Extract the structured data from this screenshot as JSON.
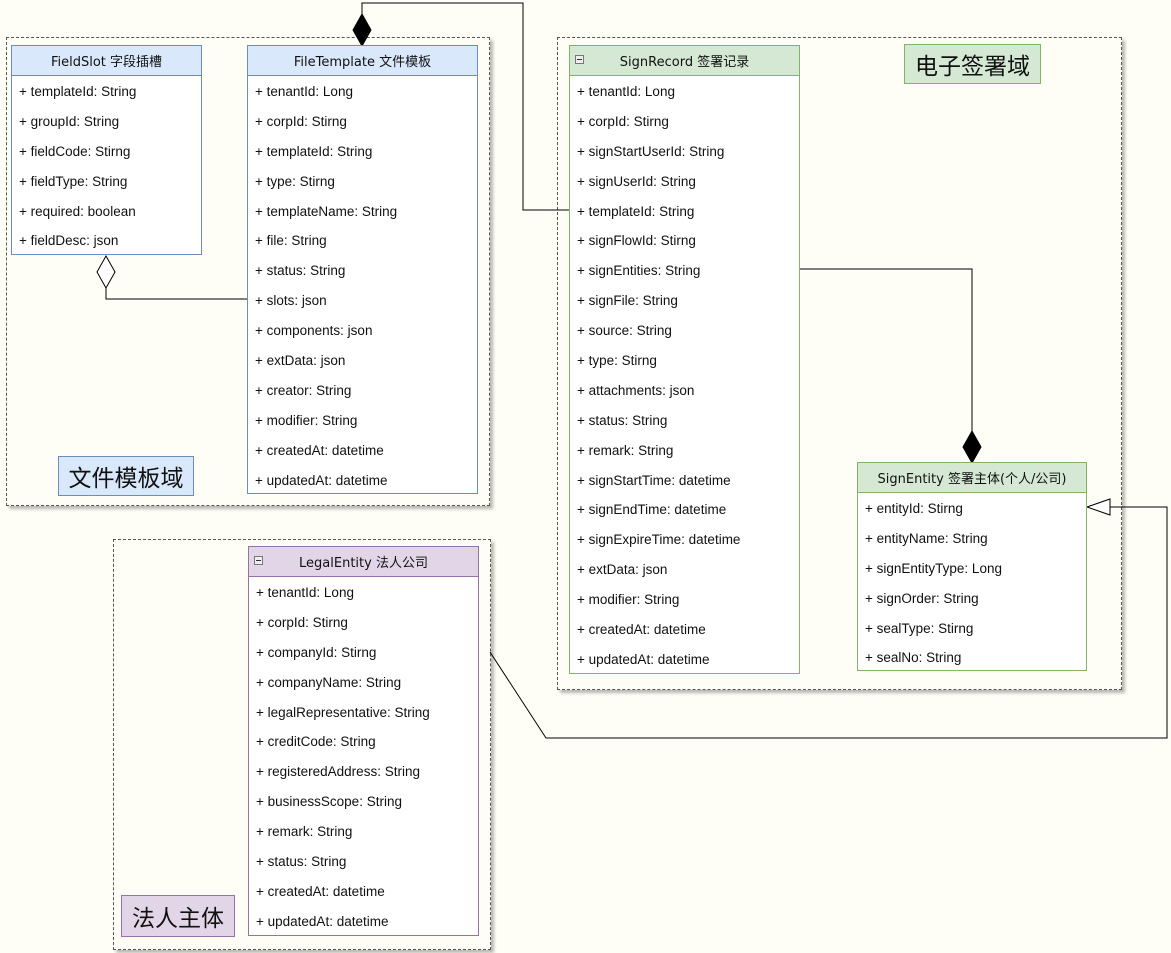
{
  "domains": {
    "template": {
      "label": "文件模板域",
      "label_bg": "#dae8fc",
      "label_border": "#6c8ebf"
    },
    "sign": {
      "label": "电子签署域",
      "label_bg": "#d5e8d4",
      "label_border": "#82b366"
    },
    "legal": {
      "label": "法人主体",
      "label_bg": "#e1d5e7",
      "label_border": "#9673a6"
    }
  },
  "classes": {
    "field_slot": {
      "title": "FieldSlot 字段插槽",
      "attributes": [
        "+ templateId: String",
        "+ groupId: String",
        "+ fieldCode: Stirng",
        "+ fieldType: String",
        "+ required: boolean",
        "+ fieldDesc: json"
      ]
    },
    "file_template": {
      "title": "FileTemplate 文件模板",
      "attributes": [
        "+ tenantId: Long",
        "+ corpId: Stirng",
        "+ templateId: String",
        "+ type: Stirng",
        "+ templateName: String",
        "+ file: String",
        "+ status: String",
        "+ slots: json",
        "+ components: json",
        "+ extData: json",
        "+ creator: String",
        "+ modifier: String",
        "+ createdAt: datetime",
        "+ updatedAt: datetime"
      ]
    },
    "sign_record": {
      "title": "SignRecord 签署记录",
      "attributes": [
        "+ tenantId: Long",
        "+ corpId: Stirng",
        "+ signStartUserId: String",
        "+ signUserId: String",
        "+ templateId: String",
        "+ signFlowId: Stirng",
        "+ signEntities: String",
        "+ signFile: String",
        "+ source: String",
        "+ type: Stirng",
        "+ attachments: json",
        "+ status: String",
        "+ remark: String",
        "+ signStartTime: datetime",
        "+ signEndTime: datetime",
        "+ signExpireTime: datetime",
        "+ extData: json",
        "+ modifier: String",
        "+ createdAt: datetime",
        "+ updatedAt: datetime"
      ]
    },
    "sign_entity": {
      "title": "SignEntity 签署主体(个人/公司)",
      "attributes": [
        "+ entityId: Stirng",
        "+ entityName: String",
        "+ signEntityType: Long",
        "+ signOrder: String",
        "+ sealType: Stirng",
        "+ sealNo: String"
      ]
    },
    "legal_entity": {
      "title": "LegalEntity 法人公司",
      "attributes": [
        "+ tenantId: Long",
        "+ corpId: Stirng",
        "+ companyId: Stirng",
        "+ companyName: String",
        "+ legalRepresentative: String",
        "+ creditCode: String",
        "+ registeredAddress: String",
        "+ businessScope: String",
        "+ remark: String",
        "+ status: String",
        "+ createdAt: datetime",
        "+ updatedAt: datetime"
      ]
    }
  },
  "colors": {
    "blue_fill": "#dae8fc",
    "blue_stroke": "#6c8ebf",
    "green_fill": "#d5e8d4",
    "green_stroke": "#82b366",
    "purple_fill": "#e1d5e7",
    "purple_stroke": "#9673a6",
    "edge": "#000000"
  },
  "relations": [
    {
      "type": "aggregation",
      "from": "file_template",
      "to": "field_slot"
    },
    {
      "type": "composition",
      "from": "sign_record",
      "to": "file_template"
    },
    {
      "type": "composition",
      "from": "sign_record",
      "to": "sign_entity"
    },
    {
      "type": "generalization",
      "from": "legal_entity",
      "to": "sign_entity"
    }
  ]
}
